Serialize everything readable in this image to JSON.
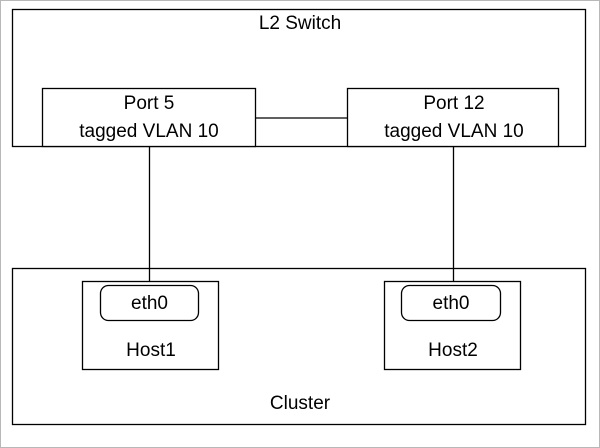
{
  "switch": {
    "title": "L2 Switch",
    "ports": [
      {
        "name": "Port 5",
        "mode": "tagged VLAN 10"
      },
      {
        "name": "Port 12",
        "mode": "tagged VLAN 10"
      }
    ]
  },
  "cluster": {
    "title": "Cluster",
    "hosts": [
      {
        "name": "Host1",
        "interface": "eth0"
      },
      {
        "name": "Host2",
        "interface": "eth0"
      }
    ]
  }
}
